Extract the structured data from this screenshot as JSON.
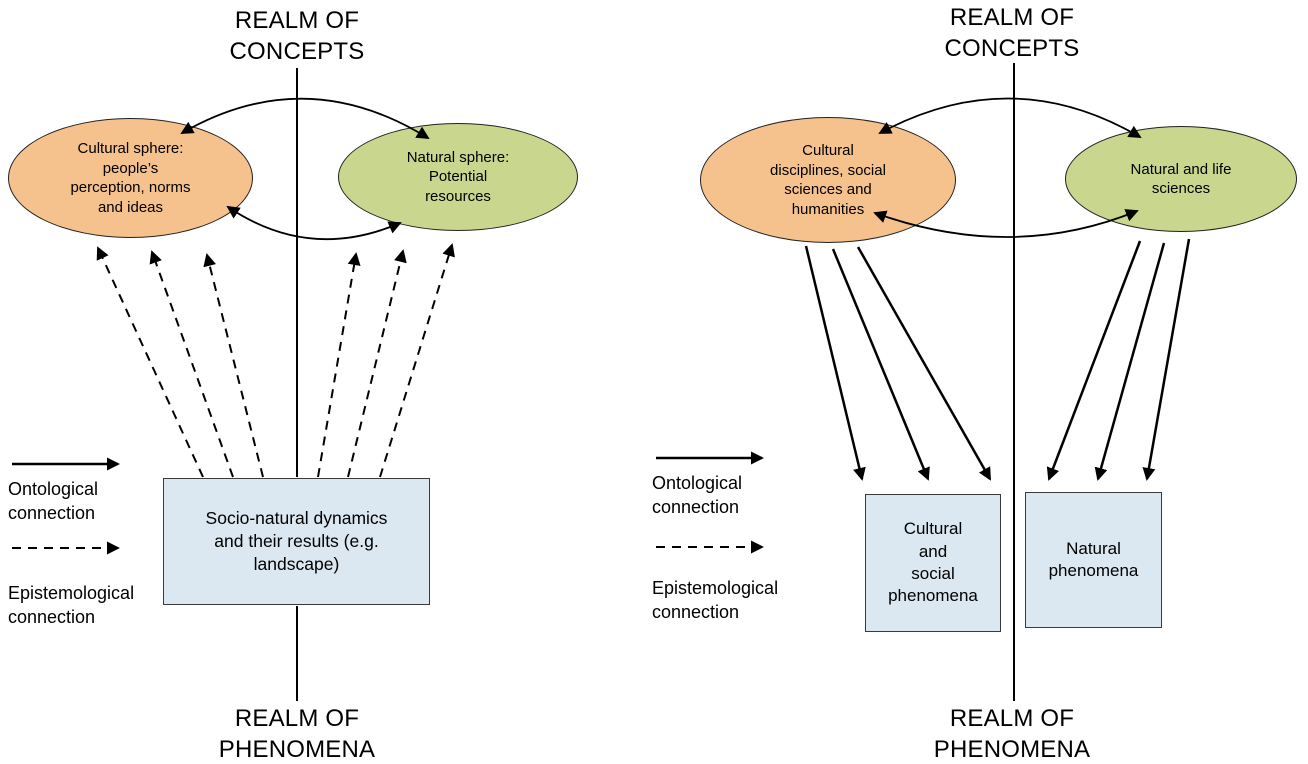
{
  "legend": {
    "ontological": "Ontological\nconnection",
    "epistemological": "Epistemological\nconnection"
  },
  "left_panel": {
    "realm_top": "REALM OF\nCONCEPTS",
    "cultural_sphere": "Cultural sphere:\npeople’s\nperception, norms\nand ideas",
    "natural_sphere": "Natural sphere:\nPotential\nresources",
    "phenomena_box": "Socio-natural dynamics\nand their results (e.g.\nlandscape)",
    "realm_bottom": "REALM OF\nPHENOMENA"
  },
  "right_panel": {
    "realm_top": "REALM OF\nCONCEPTS",
    "cultural_sphere": "Cultural\ndisciplines, social\nsciences and\nhumanities",
    "natural_sphere": "Natural and life\nsciences",
    "cultural_box": "Cultural\nand\nsocial\nphenomena",
    "natural_box": "Natural\nphenomena",
    "realm_bottom": "REALM OF\nPHENOMENA"
  },
  "colors": {
    "cultural_fill": "#f5c18c",
    "natural_fill": "#c8d78d",
    "phenomena_box_fill": "#dce8f1",
    "stroke": "#000000"
  }
}
